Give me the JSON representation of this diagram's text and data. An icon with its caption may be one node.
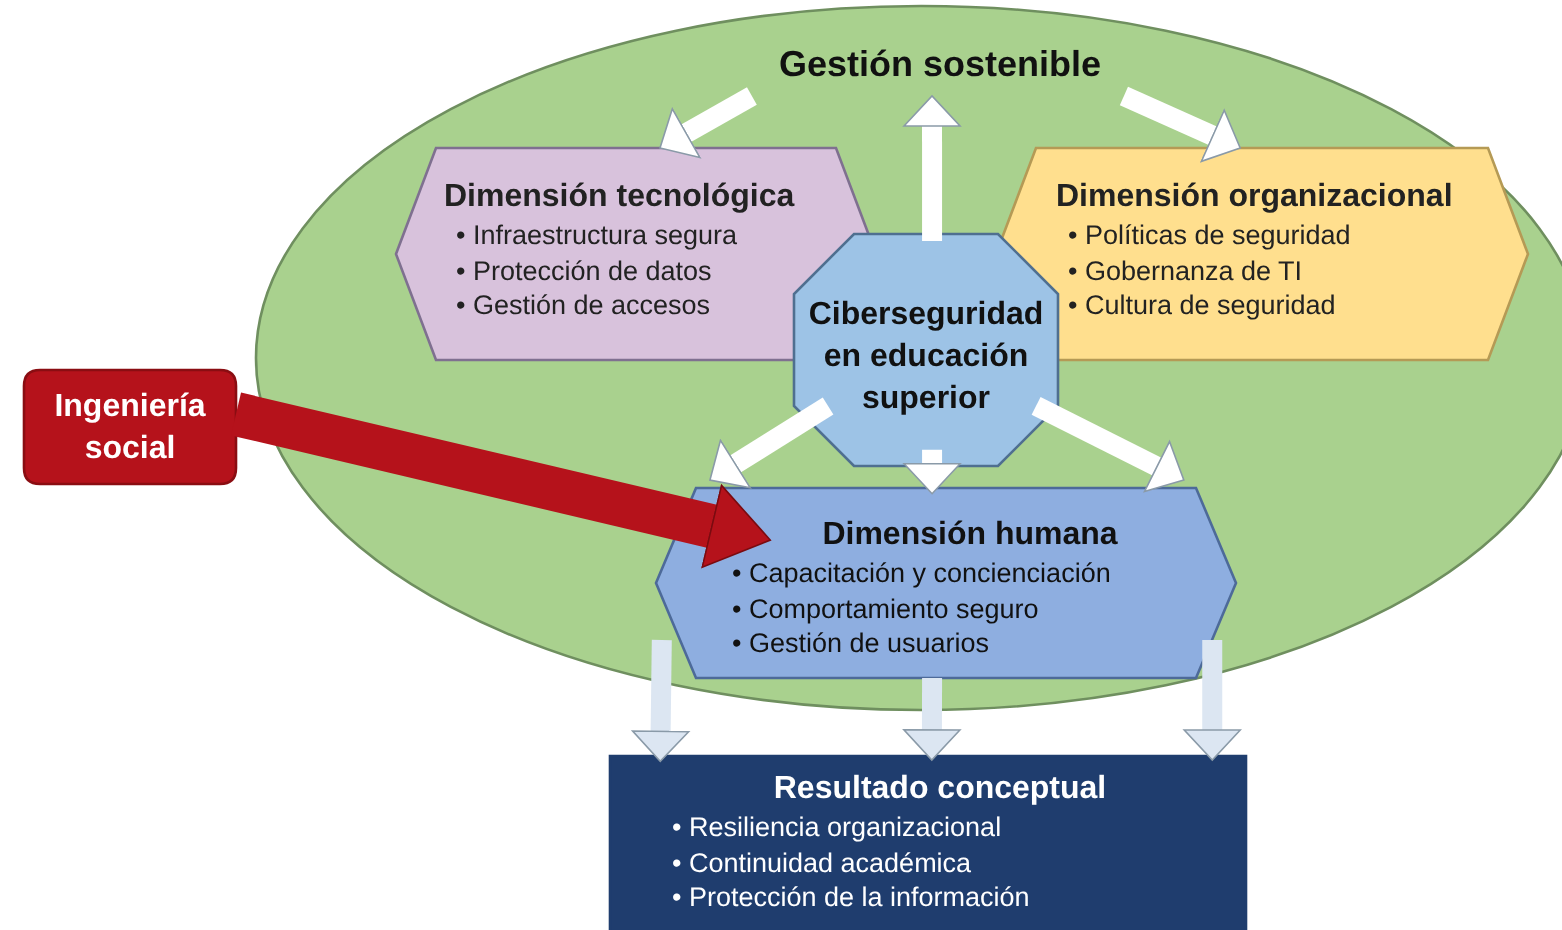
{
  "diagram": {
    "nodes": [
      {
        "text": [],
        "shape": "ellipse"
      },
      {
        "text": [
          "Gestión sostenible"
        ],
        "in": 0
      },
      {
        "text": [
          "Dimensión tecnológica",
          "• Infraestructura segura",
          "• Protección de datos",
          "• Gestión de accesos"
        ],
        "in": 0
      },
      {
        "text": [
          "Dimensión organizacional",
          "• Políticas de seguridad",
          "• Gobernanza de TI",
          "• Cultura de seguridad"
        ],
        "in": 0
      },
      {
        "text": [
          "Ciberseguridad en educación superior"
        ],
        "in": 0
      },
      {
        "text": [
          "Dimensión humana",
          "• Capacitación y concienciación",
          "• Comportamiento seguro",
          "• Gestión de usuarios"
        ],
        "in": 0
      },
      {
        "text": [
          "Ingeniería social"
        ]
      },
      {
        "text": [
          "Resultado conceptual",
          "• Resiliencia organizacional",
          "• Continuidad académica",
          "• Protección de la información"
        ]
      }
    ],
    "edges": [
      {
        "from": 1,
        "to": 2,
        "arrow": "to"
      },
      {
        "from": 1,
        "to": 3,
        "arrow": "to"
      },
      {
        "from": 4,
        "to": 1,
        "arrow": "to"
      },
      {
        "from": 4,
        "to": 5,
        "arrow": "to"
      },
      {
        "from": 4,
        "to": 5,
        "arrow": "to"
      },
      {
        "from": 4,
        "to": 5,
        "arrow": "to"
      },
      {
        "from": 6,
        "to": 5,
        "arrow": "to",
        "style": "thick",
        "color": "#b5121b"
      },
      {
        "from": 5,
        "to": 7,
        "arrow": "to",
        "color": "#dce6f2"
      },
      {
        "from": 5,
        "to": 7,
        "arrow": "to",
        "color": "#dce6f2"
      },
      {
        "from": 5,
        "to": 7,
        "arrow": "to",
        "color": "#dce6f2"
      }
    ]
  }
}
